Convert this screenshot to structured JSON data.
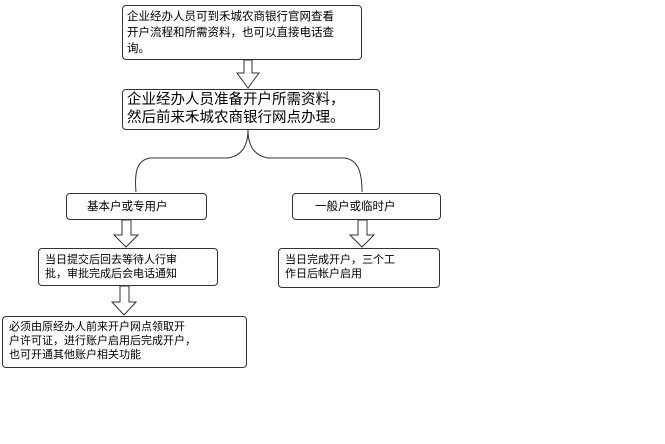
{
  "nodes": {
    "step_consult": "企业经办人员可到禾城农商银行官网查看\n开户流程和所需资料，也可以直接电话查\n询。",
    "step_prepare": "企业经办人员准备开户所需资料，\n然后前来禾城农商银行网点办理。",
    "branch_basic": "基本户或专用户",
    "branch_general": "一般户或临时户",
    "basic_submit": "当日提交后回去等待人行审\n批，审批完成后会电话通知",
    "general_done": "当日完成开户，三个工\n作日后帐户启用",
    "basic_license": "必须由原经办人前来开户网点领取开\n户许可证，进行账户启用后完成开户，\n也可开通其他账户相关功能"
  }
}
